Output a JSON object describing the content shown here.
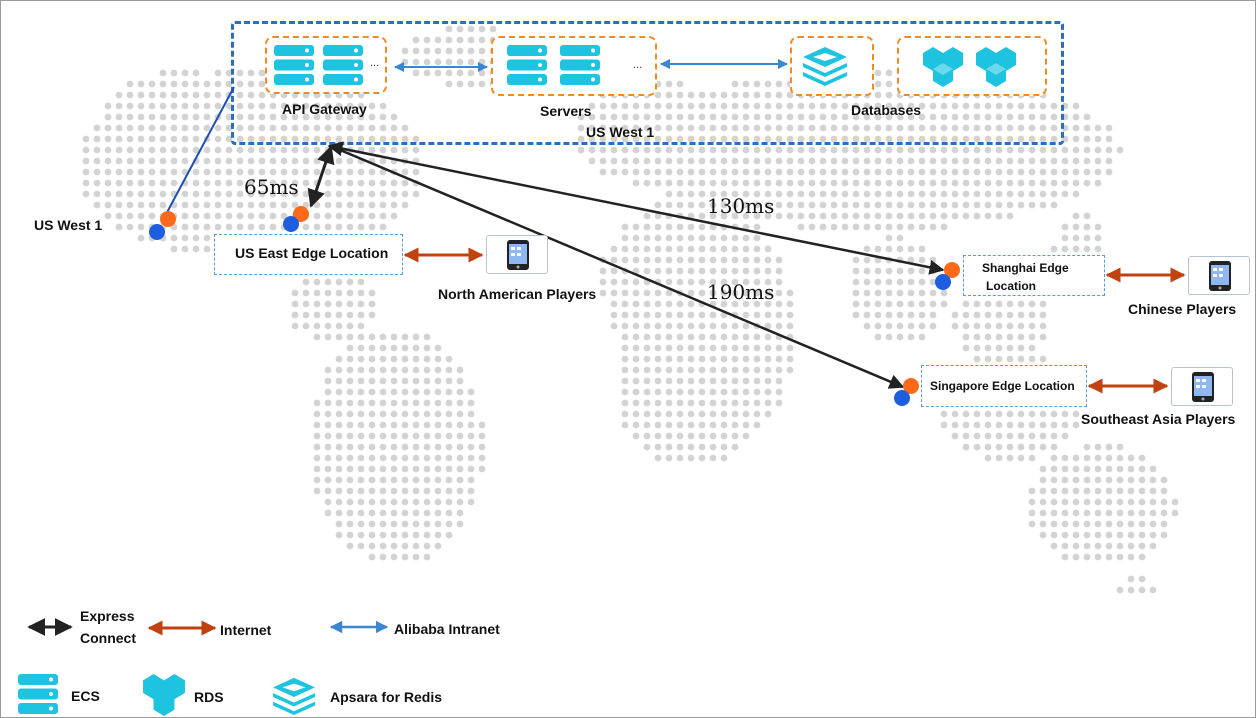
{
  "region": {
    "label": "US West 1",
    "api_gateway_label": "API Gateway",
    "servers_label": "Servers",
    "databases_label": "Databases"
  },
  "points": {
    "us_west_label": "US West 1"
  },
  "edges": {
    "us_east": "US East Edge Location",
    "shanghai_line1": "Shanghai Edge",
    "shanghai_line2": "Location",
    "singapore": "Singapore Edge Location"
  },
  "players": {
    "north_america": "North American Players",
    "china": "Chinese Players",
    "southeast_asia": "Southeast Asia Players"
  },
  "latency": {
    "us_east": "65ms",
    "shanghai": "130ms",
    "singapore": "190ms"
  },
  "ellipsis": "...",
  "legend": {
    "express_line1": "Express",
    "express_line2": "Connect",
    "internet": "Internet",
    "intranet": "Alibaba Intranet",
    "ecs": "ECS",
    "rds": "RDS",
    "redis": "Apsara for Redis"
  },
  "colors": {
    "express": "#222222",
    "internet": "#c0420f",
    "intranet": "#3a86d0",
    "region_border": "#2a6ebd",
    "service_border": "#f08a24",
    "icon": "#1ec3e0",
    "edge_dot_orange": "#ff6a1a",
    "edge_dot_blue": "#1d5ee0"
  }
}
